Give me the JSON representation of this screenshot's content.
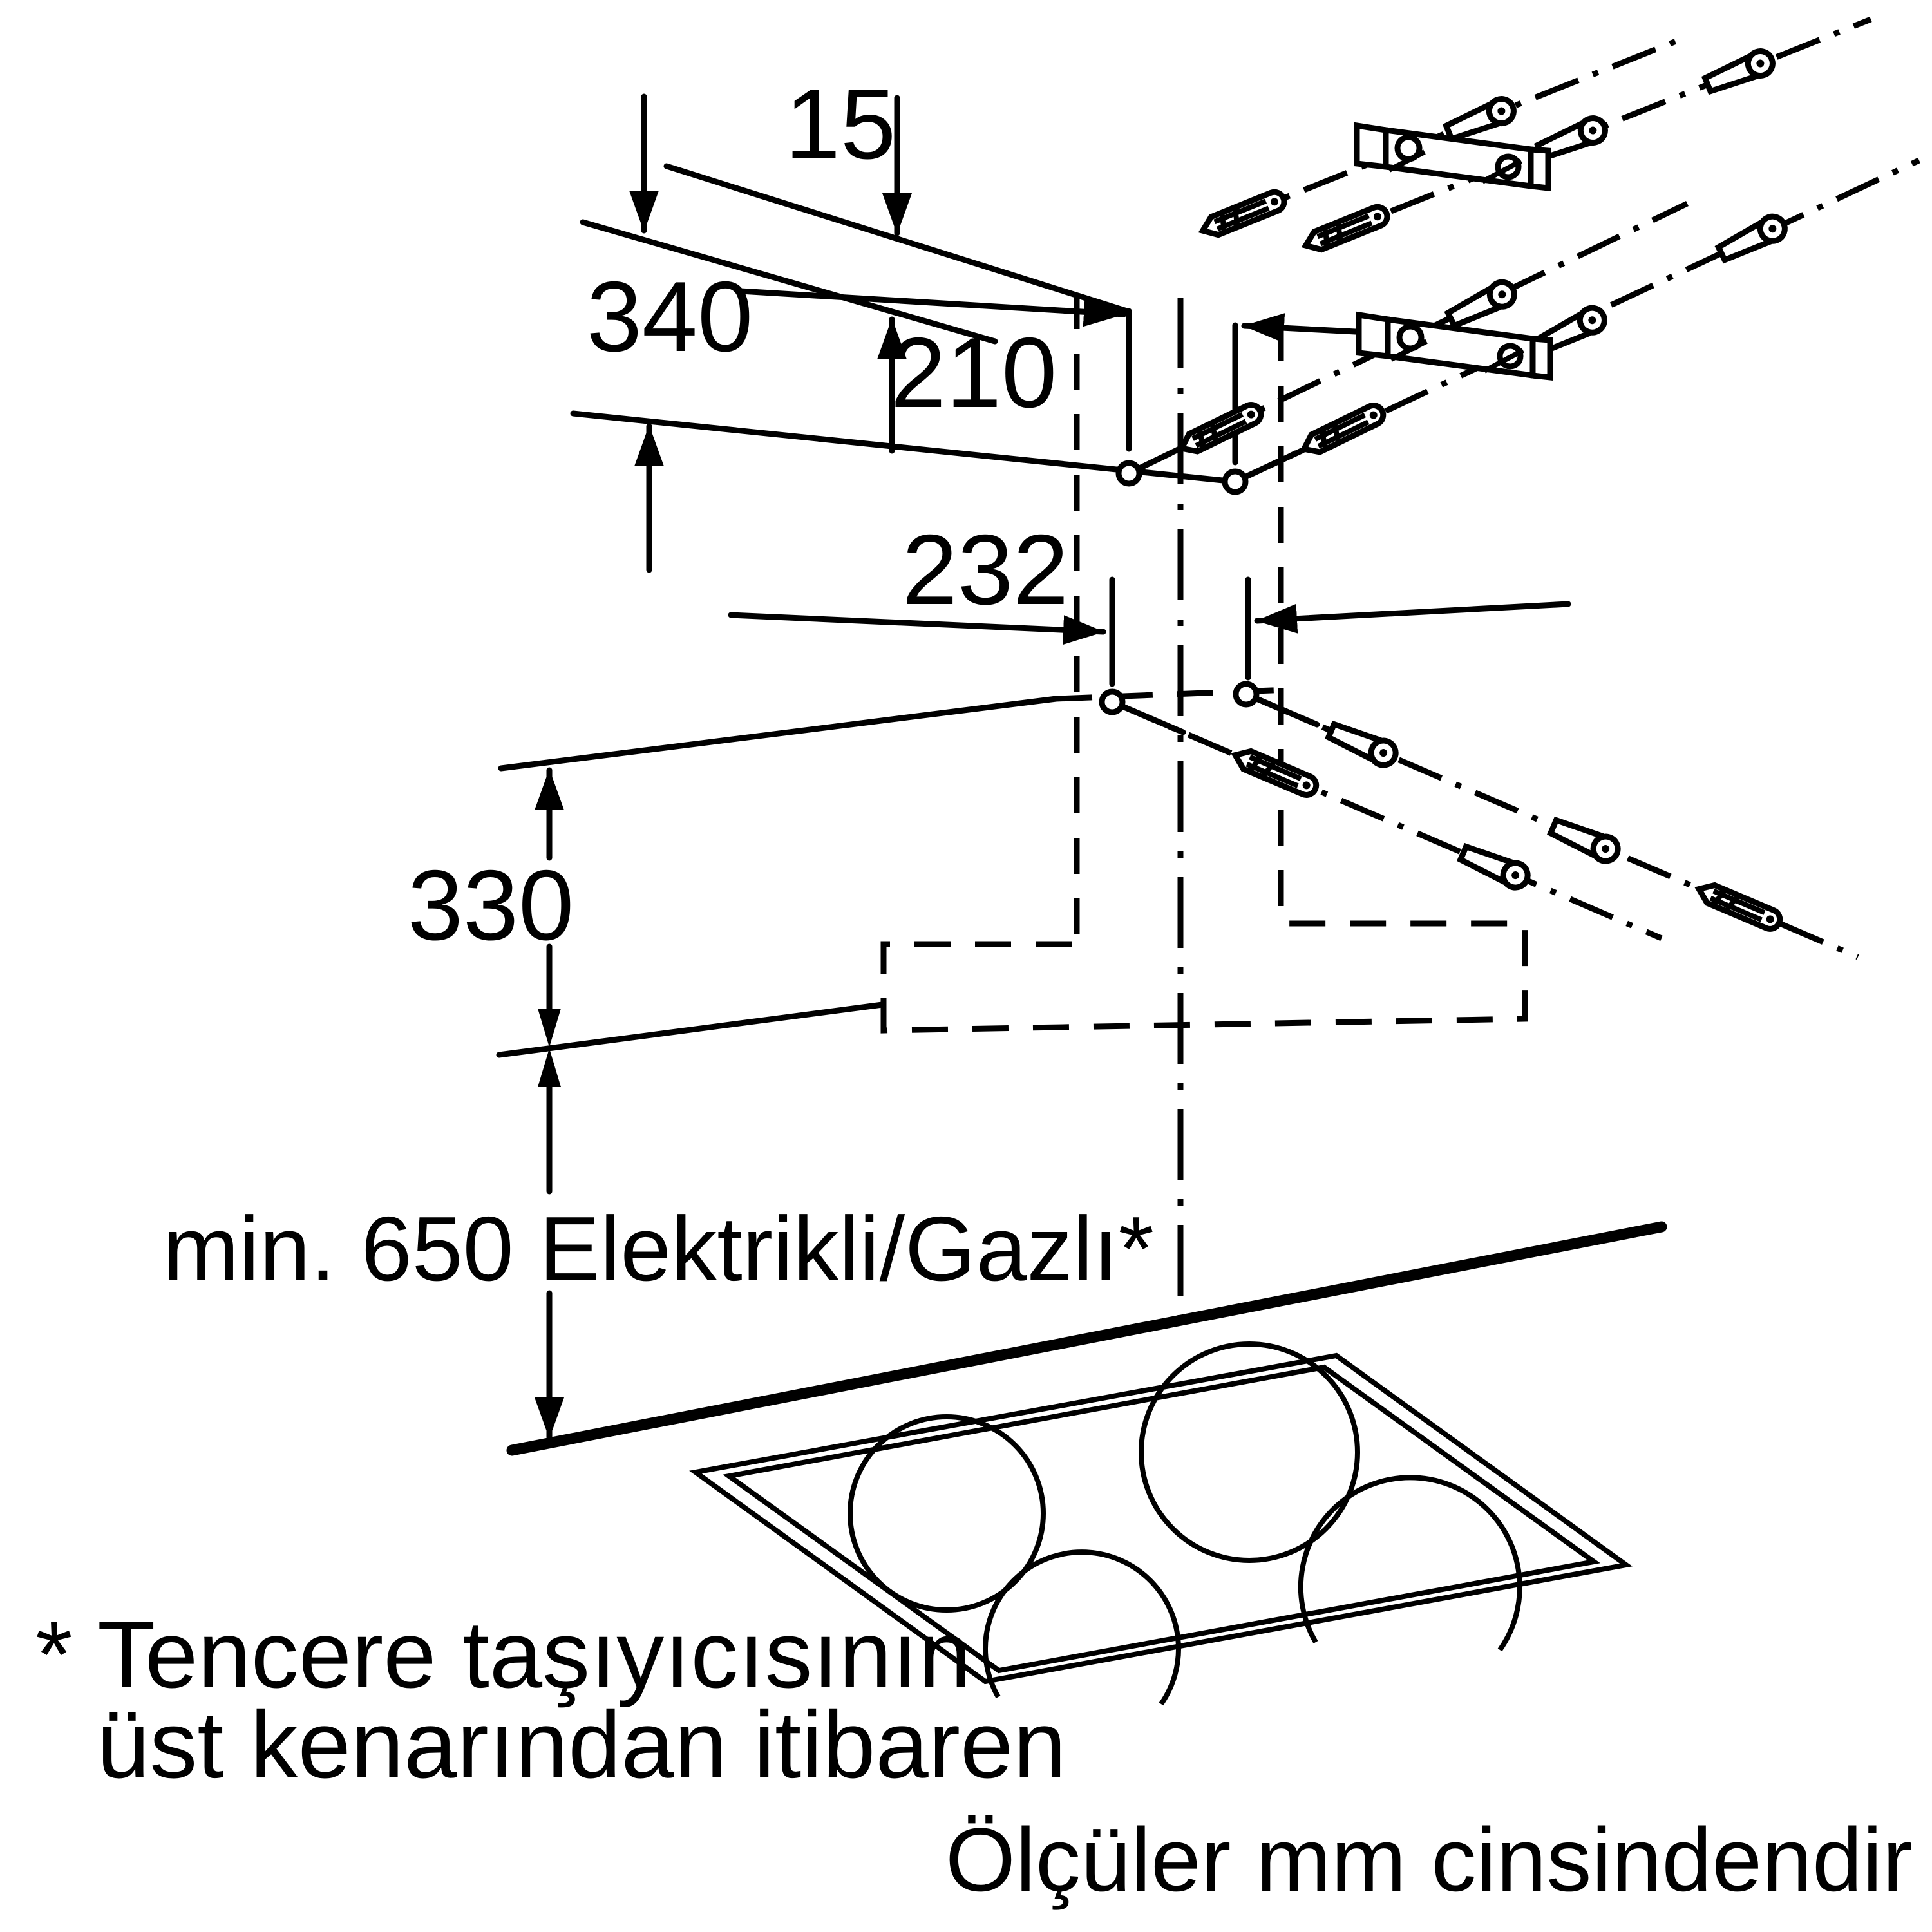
{
  "diagram": {
    "title_semantic": "cooker-hood-installation-dimensions",
    "dimensions": {
      "top_gap": "15",
      "bracket_offset": "340",
      "upper_hole_spacing": "210",
      "lower_hole_spacing": "232",
      "hood_section_height": "330",
      "min_clearance": "min. 650 Elektrikli/Gazlı*"
    },
    "footnote": {
      "line1": "* Tencere taşıyıcısının",
      "line2": "üst kenarından itibaren"
    },
    "units_note": "Ölçüler mm cinsindendir",
    "colors": {
      "line": "#000000",
      "background": "#ffffff"
    }
  }
}
